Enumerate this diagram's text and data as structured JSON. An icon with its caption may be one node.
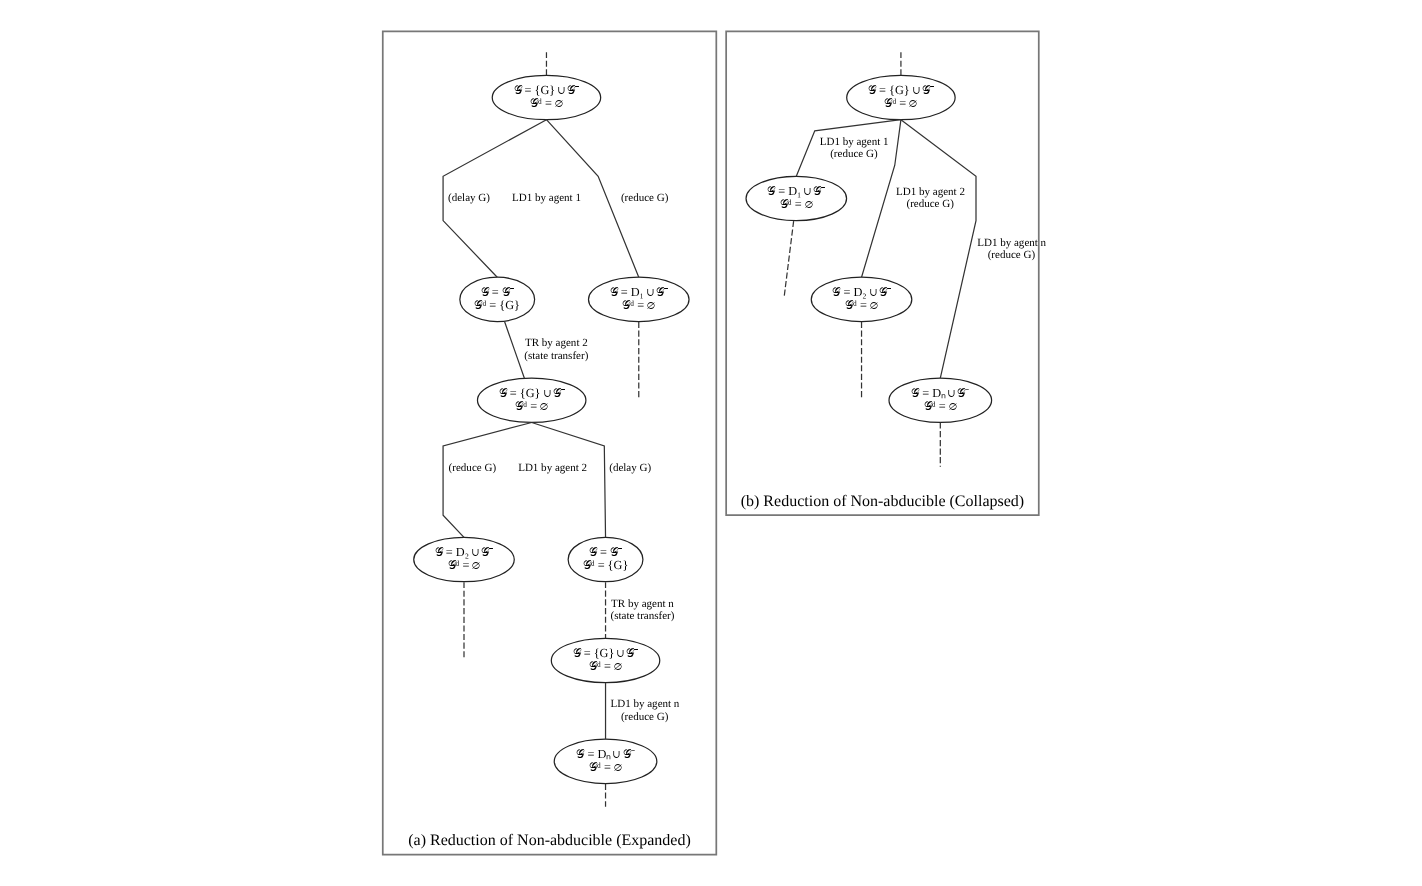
{
  "diagram": {
    "nodes": [
      {
        "text": [
          "(a) Reduction of Non-abducible (Expanded)"
        ]
      },
      {
        "text": [
          "𝒢 = {G} ∪ 𝒢⁻",
          "𝒢ᵈ = ∅"
        ],
        "in": 0
      },
      {
        "text": [
          "𝒢 = D₁ ∪ 𝒢⁻",
          "𝒢ᵈ = ∅"
        ],
        "in": 0
      },
      {
        "text": [
          "𝒢 = 𝒢⁻",
          "𝒢ᵈ = {G}"
        ],
        "in": 0
      },
      {
        "text": [
          "𝒢 = {G} ∪ 𝒢⁻",
          "𝒢ᵈ = ∅"
        ],
        "in": 0
      },
      {
        "text": [
          "𝒢 = D₂ ∪ 𝒢⁻",
          "𝒢ᵈ = ∅"
        ],
        "in": 0
      },
      {
        "text": [
          "𝒢 = 𝒢⁻",
          "𝒢ᵈ = {G}"
        ],
        "in": 0
      },
      {
        "text": [
          "𝒢 = {G} ∪ 𝒢⁻",
          "𝒢ᵈ = ∅"
        ],
        "in": 0
      },
      {
        "text": [
          "𝒢 = Dₙ ∪ 𝒢⁻",
          "𝒢ᵈ = ∅"
        ],
        "in": 0
      },
      {
        "text": [
          "(b) Reduction of Non-abducible (Collapsed)"
        ]
      },
      {
        "text": [
          "𝒢 = {G} ∪ 𝒢⁻",
          "𝒢ᵈ = ∅"
        ],
        "in": 9
      },
      {
        "text": [
          "𝒢 = D₁ ∪ 𝒢⁻",
          "𝒢ᵈ = ∅"
        ],
        "in": 9
      },
      {
        "text": [
          "𝒢 = D₂ ∪ 𝒢⁻",
          "𝒢ᵈ = ∅"
        ],
        "in": 9
      },
      {
        "text": [
          "𝒢 = Dₙ ∪ 𝒢⁻",
          "𝒢ᵈ = ∅"
        ],
        "in": 9
      }
    ],
    "edges": [
      {
        "from": null,
        "to": 1,
        "arrow": "none",
        "style": "dashed"
      },
      {
        "from": 1,
        "to": 2,
        "arrow": "none",
        "label": "(reduce G)"
      },
      {
        "from": 1,
        "to": 3,
        "arrow": "none",
        "label": "(delay G)"
      },
      {
        "from": 2,
        "to": null,
        "arrow": "none",
        "style": "dashed"
      },
      {
        "from": 3,
        "to": 4,
        "arrow": "none",
        "label": "TR by agent 2 (state transfer)"
      },
      {
        "from": 4,
        "to": 5,
        "arrow": "none",
        "label": "(reduce G)"
      },
      {
        "from": 4,
        "to": 6,
        "arrow": "none",
        "label": "(delay G)"
      },
      {
        "from": 5,
        "to": null,
        "arrow": "none",
        "style": "dashed"
      },
      {
        "from": 6,
        "to": 7,
        "arrow": "none",
        "style": "dashed",
        "label": "TR by agent n (state transfer)"
      },
      {
        "from": 7,
        "to": 8,
        "arrow": "none",
        "label": "LD1 by agent n (reduce G)"
      },
      {
        "from": 8,
        "to": null,
        "arrow": "none",
        "style": "dashed"
      },
      {
        "from": null,
        "to": 10,
        "arrow": "none",
        "style": "dashed"
      },
      {
        "from": 10,
        "to": 11,
        "arrow": "none",
        "label": "LD1 by agent 1 (reduce G)"
      },
      {
        "from": 10,
        "to": 12,
        "arrow": "none",
        "label": "LD1 by agent 2 (reduce G)"
      },
      {
        "from": 10,
        "to": 13,
        "arrow": "none",
        "label": "LD1 by agent n (reduce G)"
      },
      {
        "from": 11,
        "to": null,
        "arrow": "none",
        "style": "dashed"
      },
      {
        "from": 12,
        "to": null,
        "arrow": "none",
        "style": "dashed"
      },
      {
        "from": 13,
        "to": null,
        "arrow": "none",
        "style": "dashed"
      }
    ],
    "labels": [
      "LD1 by agent 1",
      "LD1 by agent 2"
    ]
  }
}
